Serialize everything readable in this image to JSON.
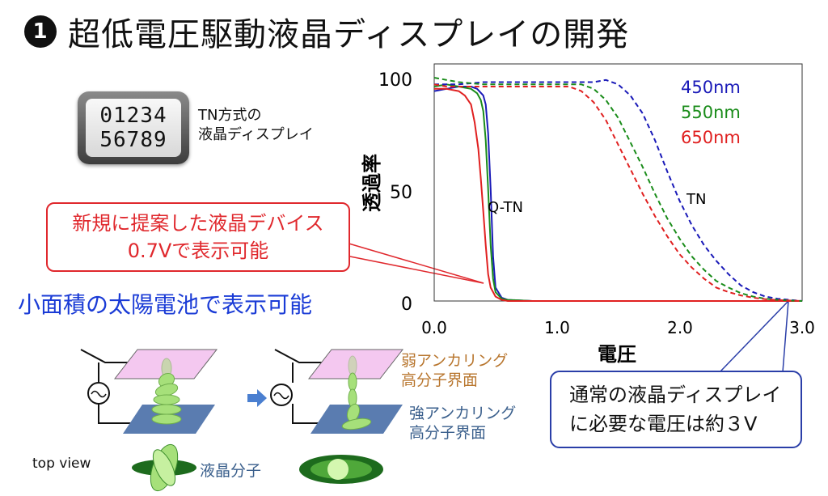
{
  "title": {
    "number": "1",
    "text": "超低電圧駆動液晶ディスプレイの開発"
  },
  "lcd_display": {
    "row1": "01234",
    "row2": "56789",
    "caption_line1": "TN方式の",
    "caption_line2": "液晶ディスプレイ"
  },
  "red_callout": {
    "line1": "新規に提案した液晶デバイス",
    "line2": "0.7Vで表示可能"
  },
  "solar_text": "小面積の太陽電池で表示可能",
  "blue_callout": {
    "line1": "通常の液晶ディスプレイ",
    "line2": "に必要な電圧は約３V"
  },
  "schematic": {
    "weak_label_line1": "弱アンカリング",
    "weak_label_line2": "高分子界面",
    "strong_label_line1": "強アンカリング",
    "strong_label_line2": "高分子界面",
    "top_view_label": "top view",
    "lc_label": "液晶分子",
    "colors": {
      "weak_plate": "#f4c8f0",
      "strong_plate": "#5a7cb0",
      "molecule": "#a6e07a",
      "molecule_dark": "#1d6b1d",
      "arrow": "#4a7fd0"
    }
  },
  "chart_data": {
    "type": "line",
    "xlabel": "電圧",
    "ylabel": "透過率",
    "xlim": [
      0,
      3.0
    ],
    "ylim": [
      0,
      100
    ],
    "xticks": [
      "0.0",
      "1.0",
      "2.0",
      "3.0"
    ],
    "yticks": [
      "0",
      "50",
      "100"
    ],
    "annotations": [
      "Q-TN",
      "TN"
    ],
    "legend": [
      "450nm",
      "550nm",
      "650nm"
    ],
    "colors": {
      "450nm": "#1a1ab8",
      "550nm": "#1a8c1a",
      "650nm": "#e02020"
    },
    "series": [
      {
        "name": "450nm",
        "group": "Q-TN",
        "style": "solid",
        "color": "#1a1ab8",
        "x": [
          0.0,
          0.1,
          0.2,
          0.3,
          0.35,
          0.4,
          0.42,
          0.44,
          0.46,
          0.48,
          0.5,
          0.55,
          0.6,
          0.8,
          1.0,
          2.0,
          3.0
        ],
        "y": [
          94,
          95,
          96,
          96,
          95,
          92,
          88,
          75,
          50,
          20,
          6,
          1.5,
          0.5,
          0,
          0,
          0,
          0
        ]
      },
      {
        "name": "550nm",
        "group": "Q-TN",
        "style": "solid",
        "color": "#1a8c1a",
        "x": [
          0.0,
          0.1,
          0.2,
          0.3,
          0.35,
          0.38,
          0.4,
          0.42,
          0.44,
          0.46,
          0.48,
          0.5,
          0.55,
          0.6,
          0.8,
          1.0,
          2.0,
          3.0
        ],
        "y": [
          96,
          97,
          96,
          95,
          93,
          90,
          85,
          72,
          50,
          25,
          10,
          4,
          1,
          0.5,
          0,
          0,
          0,
          0
        ]
      },
      {
        "name": "650nm",
        "group": "Q-TN",
        "style": "solid",
        "color": "#e02020",
        "x": [
          0.0,
          0.1,
          0.2,
          0.25,
          0.3,
          0.33,
          0.36,
          0.38,
          0.4,
          0.42,
          0.44,
          0.46,
          0.5,
          0.55,
          0.6,
          0.8,
          1.0,
          2.0,
          3.0
        ],
        "y": [
          95,
          95,
          94,
          92,
          88,
          80,
          68,
          55,
          40,
          25,
          12,
          6,
          2,
          0.5,
          0,
          0,
          0,
          0,
          0
        ]
      },
      {
        "name": "450nm",
        "group": "TN",
        "style": "dashed",
        "color": "#1a1ab8",
        "x": [
          0.0,
          0.2,
          0.4,
          0.6,
          0.8,
          1.0,
          1.2,
          1.3,
          1.4,
          1.5,
          1.6,
          1.7,
          1.8,
          1.9,
          2.0,
          2.1,
          2.2,
          2.3,
          2.4,
          2.5,
          2.6,
          2.7,
          2.8,
          2.9,
          3.0
        ],
        "y": [
          97,
          97,
          98,
          98,
          98,
          98,
          98,
          98,
          99,
          97,
          92,
          84,
          72,
          58,
          45,
          34,
          25,
          18,
          12,
          7,
          4,
          2,
          1,
          0.5,
          0
        ]
      },
      {
        "name": "550nm",
        "group": "TN",
        "style": "dashed",
        "color": "#1a8c1a",
        "x": [
          0.0,
          0.1,
          0.2,
          0.4,
          0.6,
          0.8,
          1.0,
          1.2,
          1.3,
          1.4,
          1.5,
          1.6,
          1.7,
          1.8,
          1.9,
          2.0,
          2.1,
          2.2,
          2.3,
          2.4,
          2.5,
          2.6,
          2.7,
          2.8,
          2.9,
          3.0
        ],
        "y": [
          100,
          99,
          98,
          97,
          97,
          97,
          97,
          97,
          95,
          90,
          82,
          71,
          60,
          48,
          37,
          28,
          20,
          14,
          9,
          6,
          3.5,
          2,
          1,
          0.5,
          0.2,
          0
        ]
      },
      {
        "name": "650nm",
        "group": "TN",
        "style": "dashed",
        "color": "#e02020",
        "x": [
          0.0,
          0.1,
          0.2,
          0.4,
          0.6,
          0.8,
          1.0,
          1.1,
          1.2,
          1.3,
          1.4,
          1.5,
          1.6,
          1.7,
          1.8,
          1.9,
          2.0,
          2.1,
          2.2,
          2.3,
          2.4,
          2.5,
          2.6,
          2.7,
          2.8,
          2.9,
          3.0
        ],
        "y": [
          97,
          96,
          96,
          96,
          96,
          96,
          96,
          96,
          94,
          89,
          81,
          70,
          59,
          48,
          38,
          29,
          21,
          15,
          10,
          6,
          4,
          2.5,
          1.5,
          0.8,
          0.4,
          0.2,
          0
        ]
      }
    ]
  }
}
